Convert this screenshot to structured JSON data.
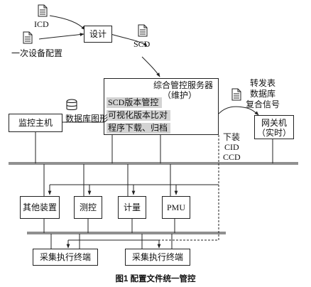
{
  "files": {
    "icd": "ICD",
    "primary_config": "一次设备配置",
    "scd": "SCD"
  },
  "nodes": {
    "design": "设计",
    "server_title_line1": "综合管控服务器",
    "server_title_line2": "（维护）",
    "server_functions": [
      "SCD版本管控",
      "可视化版本比对",
      "程序下载、归档"
    ],
    "monitor_host": "监控主机",
    "gateway_line1": "网关机",
    "gateway_line2": "（实时）",
    "other_device": "其他装置",
    "measure_control": "测控",
    "metering": "计量",
    "pmu": "PMU",
    "terminal_left": "采集执行终端",
    "terminal_right": "采集执行终端"
  },
  "labels": {
    "database_graphics": "数据库图形",
    "forward_table": [
      "转发表",
      "数据库",
      "复合信号"
    ],
    "download_files": [
      "下装",
      "CID",
      "CCD"
    ]
  },
  "caption": "图1  配置文件统一管控",
  "icons": {
    "document": "document-icon",
    "database": "database-icon"
  }
}
